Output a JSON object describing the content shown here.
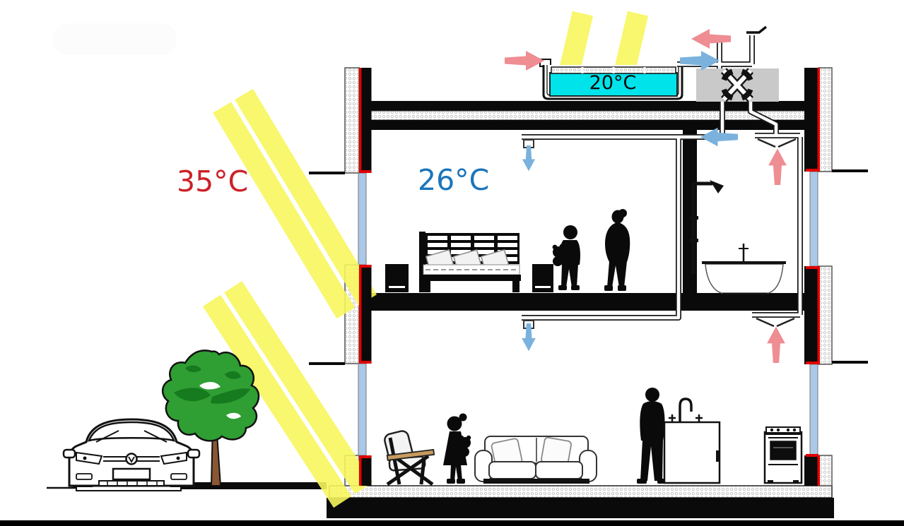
{
  "labels": {
    "outdoor_temp": "35°C",
    "indoor_temp": "26°C",
    "tank_temp": "20°C"
  },
  "colors": {
    "outdoor_text": "#cc2127",
    "indoor_text": "#1b75bb",
    "tank_water": "#00e3ea",
    "sun_ray": "#f8f75d",
    "warm_air_arrow": "#ee8d92",
    "cool_air_arrow": "#7ab2dd",
    "insulation_barrier": "#e10000",
    "hrv_box": "#c9c9c9",
    "tree_foliage": "#2f9e33",
    "tree_trunk": "#8a5733",
    "window_glass": "#abc8e8"
  },
  "scene_objects": [
    "roof water pond",
    "heat recovery ventilator",
    "sun rays",
    "bedroom with bed",
    "bathroom with shower and bathtub",
    "living room with armchair and sofa",
    "kitchen with sink and stove",
    "woman",
    "boy with teddy bear",
    "girl with teddy bear",
    "man",
    "car",
    "tree"
  ]
}
